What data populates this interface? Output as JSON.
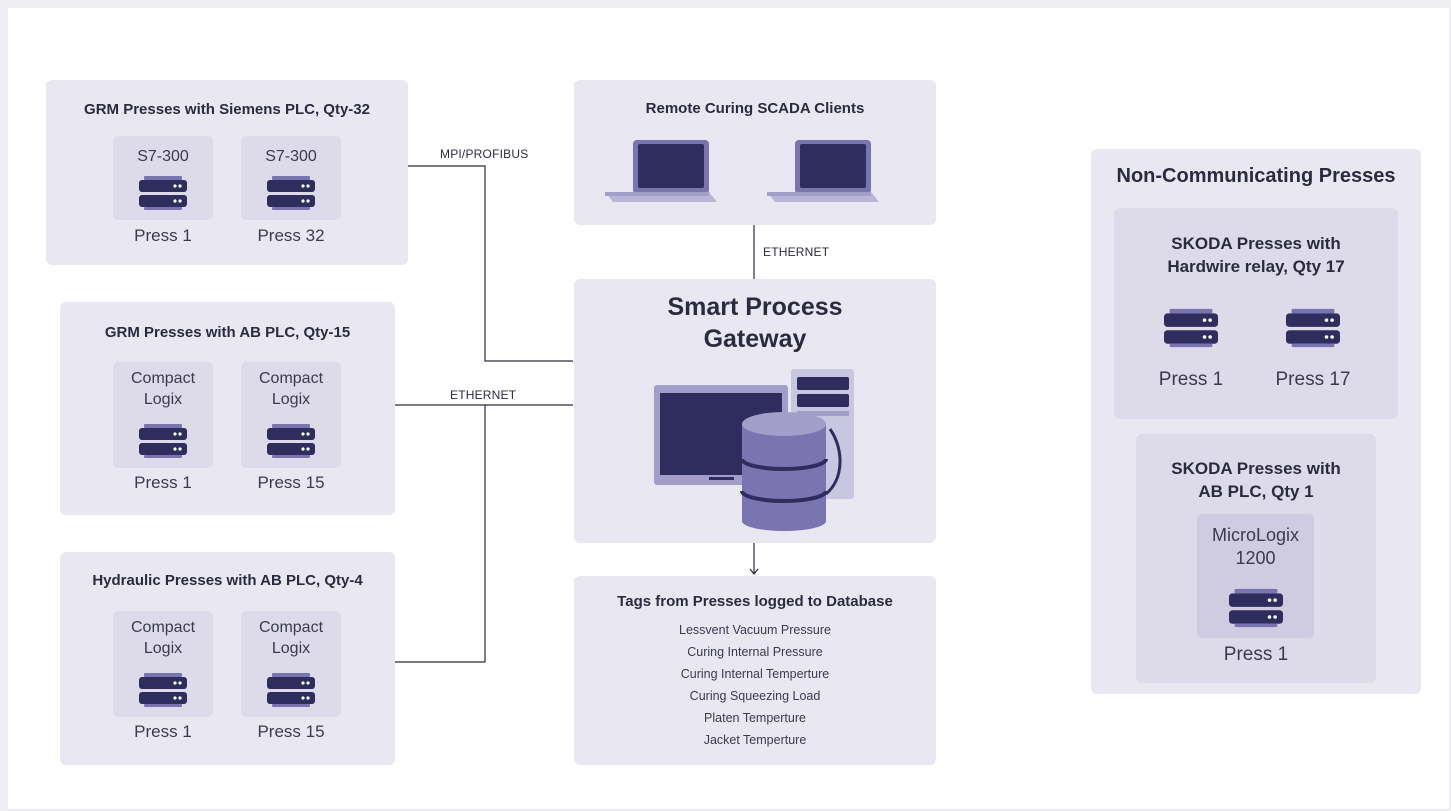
{
  "groups": {
    "siemens": {
      "title": "GRM Presses with Siemens PLC, Qty-32",
      "presses": [
        {
          "plc": "S7-300",
          "label": "Press 1"
        },
        {
          "plc": "S7-300",
          "label": "Press 32"
        }
      ]
    },
    "ab": {
      "title": "GRM Presses with AB PLC, Qty-15",
      "presses": [
        {
          "plc": "Compact Logix",
          "label": "Press 1"
        },
        {
          "plc": "Compact Logix",
          "label": "Press 15"
        }
      ]
    },
    "hydraulic": {
      "title": "Hydraulic Presses with AB PLC, Qty-4",
      "presses": [
        {
          "plc": "Compact Logix",
          "label": "Press 1"
        },
        {
          "plc": "Compact Logix",
          "label": "Press 15"
        }
      ]
    }
  },
  "connections": {
    "mpi": "MPI/PROFIBUS",
    "ethernet_left": "ETHERNET",
    "ethernet_top": "ETHERNET"
  },
  "scada": {
    "title": "Remote Curing SCADA Clients"
  },
  "gateway": {
    "title_line1": "Smart Process",
    "title_line2": "Gateway"
  },
  "tags": {
    "title": "Tags from Presses logged to Database",
    "items": [
      "Lessvent Vacuum Pressure",
      "Curing Internal Pressure",
      "Curing Internal Temperture",
      "Curing Squeezing Load",
      "Platen Temperture",
      "Jacket Temperture"
    ]
  },
  "non_comm": {
    "title": "Non-Communicating Presses",
    "skoda_relay": {
      "title_line1": "SKODA Presses with",
      "title_line2": "Hardwire relay, Qty 17",
      "presses": [
        "Press 1",
        "Press 17"
      ]
    },
    "skoda_ab": {
      "title_line1": "SKODA Presses with",
      "title_line2": "AB PLC, Qty 1",
      "plc_line1": "MicroLogix",
      "plc_line2": "1200",
      "press": "Press 1"
    }
  },
  "colors": {
    "panel": "#e9e8f2",
    "card": "#dddbea",
    "server_dark": "#2f2d5e",
    "accent_purple": "#7a74b0",
    "line": "#2b2b40"
  },
  "icons": [
    "server-icon",
    "laptop-icon",
    "desktop-icon",
    "database-icon",
    "tower-icon"
  ]
}
